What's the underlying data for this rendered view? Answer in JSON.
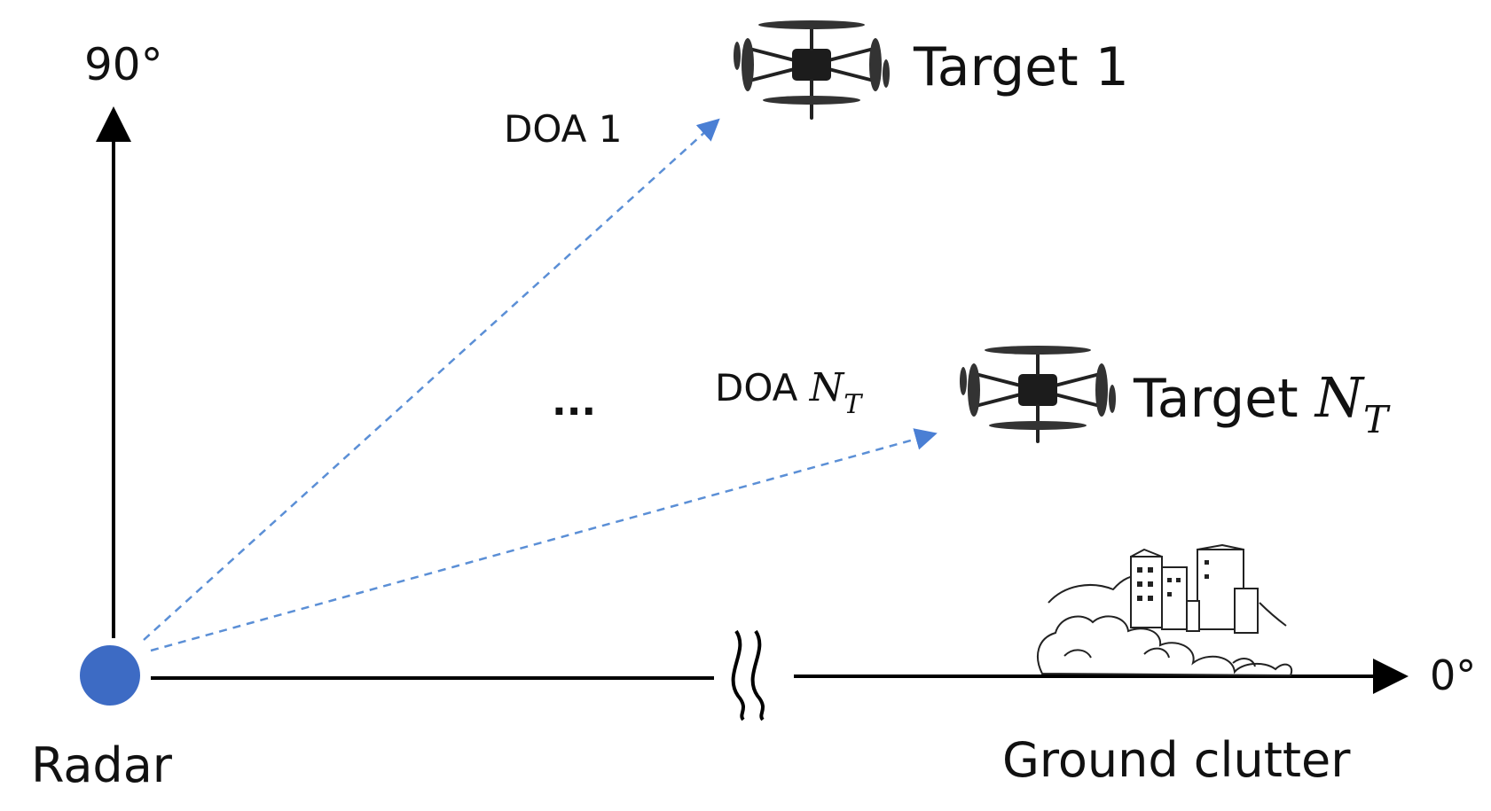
{
  "diagram": {
    "axis_top_label": "90°",
    "axis_right_label": "0°",
    "radar_label": "Radar",
    "ground_label": "Ground clutter",
    "ellipsis": "...",
    "target1": {
      "label": "Target 1",
      "doa_label": "DOA 1"
    },
    "targetN": {
      "label_prefix": "Target ",
      "doa_prefix": "DOA ",
      "symbol": "N",
      "subscript": "T"
    }
  },
  "colors": {
    "radar": "#3d6bc4",
    "ray": "#5b8fd6",
    "axis": "#000000"
  }
}
